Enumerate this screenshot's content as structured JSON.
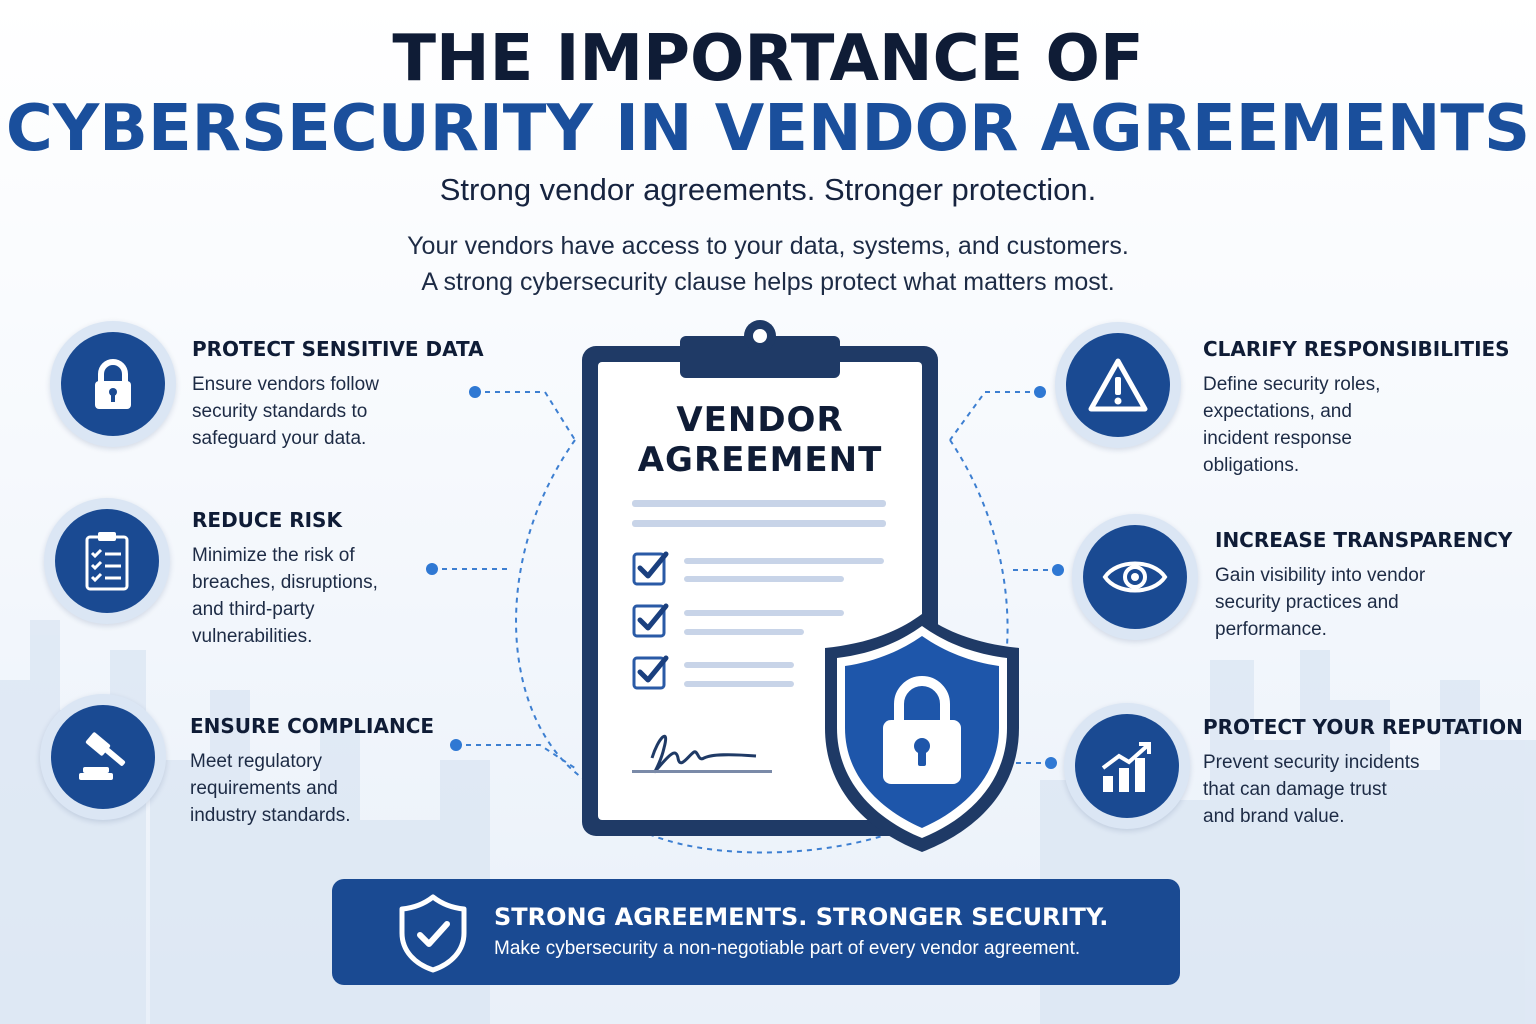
{
  "header": {
    "title_line1": "THE IMPORTANCE OF",
    "title_line2": "CYBERSECURITY IN VENDOR AGREEMENTS",
    "subtitle": "Strong vendor agreements. Stronger protection.",
    "intro_line1": "Your vendors have access to your data, systems, and customers.",
    "intro_line2": "A strong cybersecurity clause helps protect what matters most."
  },
  "center": {
    "document_title_line1": "VENDOR",
    "document_title_line2": "AGREEMENT"
  },
  "features": [
    {
      "icon": "lock-icon",
      "title": "PROTECT SENSITIVE DATA",
      "lines": [
        "Ensure vendors follow",
        "security standards to",
        "safeguard your data."
      ]
    },
    {
      "icon": "checklist-icon",
      "title": "REDUCE RISK",
      "lines": [
        "Minimize the risk of",
        "breaches, disruptions,",
        "and third-party",
        "vulnerabilities."
      ]
    },
    {
      "icon": "gavel-icon",
      "title": "ENSURE COMPLIANCE",
      "lines": [
        "Meet regulatory",
        "requirements and",
        "industry standards."
      ]
    },
    {
      "icon": "warning-icon",
      "title": "CLARIFY RESPONSIBILITIES",
      "lines": [
        "Define security roles,",
        "expectations, and",
        "incident response",
        "obligations."
      ]
    },
    {
      "icon": "eye-icon",
      "title": "INCREASE TRANSPARENCY",
      "lines": [
        "Gain visibility into vendor",
        "security practices and",
        "performance."
      ]
    },
    {
      "icon": "growth-chart-icon",
      "title": "PROTECT YOUR REPUTATION",
      "lines": [
        "Prevent security incidents",
        "that can damage trust",
        "and brand value."
      ]
    }
  ],
  "banner": {
    "icon": "shield-check-icon",
    "title": "STRONG AGREEMENTS. STRONGER SECURITY.",
    "subtitle": "Make cybersecurity a non-negotiable part of every vendor agreement."
  },
  "colors": {
    "navy": "#0f1c36",
    "brand_blue": "#1a4a92",
    "title_blue": "#1a4f9c",
    "circle_ring": "#dbe6f4",
    "connector": "#3d7fd1"
  }
}
